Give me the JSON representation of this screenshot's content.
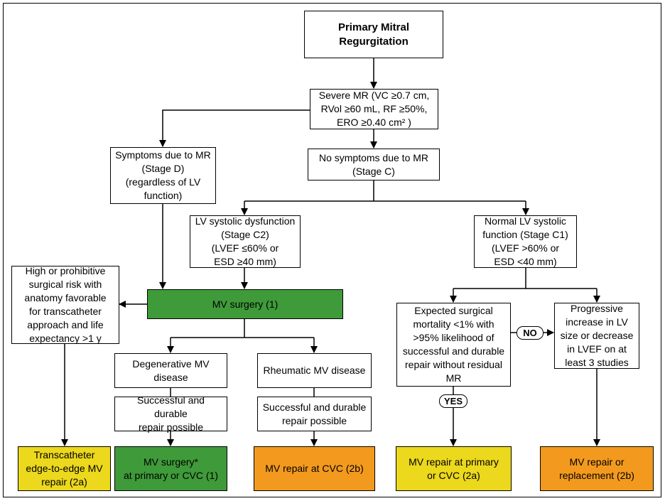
{
  "nodes": {
    "primary_mr": "Primary Mitral\nRegurgitation",
    "severe_mr": "Severe MR (VC ≥0.7 cm,\nRVol ≥60 mL, RF ≥50%,\nERO ≥0.40 cm² )",
    "symptoms": "Symptoms due to MR\n(Stage D)\n(regardless of LV\nfunction)",
    "no_symptoms": "No symptoms due to MR\n(Stage C)",
    "lv_dysfunction": "LV systolic dysfunction\n(Stage C2)\n(LVEF ≤60% or\nESD ≥40 mm)",
    "normal_lv": "Normal LV systolic\nfunction (Stage C1)\n(LVEF >60% or\nESD <40 mm)",
    "high_risk": "High or prohibitive\nsurgical risk with\nanatomy favorable\nfor transcatheter\napproach and life\nexpectancy >1 y",
    "mv_surgery": "MV surgery (1)",
    "expected_mortality": "Expected surgical\nmortality <1% with\n>95% likelihood of\nsuccessful and durable\nrepair without residual\nMR",
    "progressive": "Progressive\nincrease in LV\nsize or decrease\nin LVEF on at\nleast 3 studies",
    "degenerative": "Degenerative MV\ndisease",
    "rheumatic": "Rheumatic MV disease",
    "repair_possible_1": "Successful and durable\nrepair possible",
    "repair_possible_2": "Successful and durable\nrepair possible",
    "teer": "Transcatheter\nedge-to-edge MV\nrepair (2a)",
    "mv_surgery_star": "MV surgery*\nat primary or CVC (1)",
    "repair_cvc": "MV repair at CVC (2b)",
    "repair_primary": "MV repair at primary\nor CVC (2a)",
    "repair_replace": "MV repair or\nreplacement (2b)"
  },
  "labels": {
    "no": "NO",
    "yes": "YES"
  },
  "colors": {
    "green": "#3f9a3a",
    "yellow": "#ecd81c",
    "orange": "#f39a1e"
  }
}
